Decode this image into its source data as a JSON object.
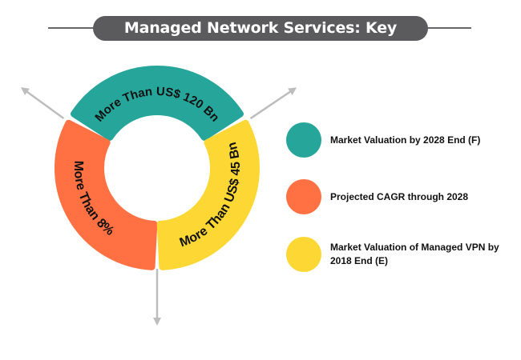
{
  "title": "Managed Network Services: Key Findings",
  "colors": {
    "teal": "#26a69a",
    "orange": "#ff7043",
    "yellow": "#fdd835",
    "title_bg": "#5b5b5d",
    "arrow": "#bdbdbd"
  },
  "segments": [
    {
      "id": "valuation-2028",
      "label": "More Than US$ 120 Bn",
      "color": "#26a69a"
    },
    {
      "id": "cagr",
      "label": "More Than 8%",
      "color": "#ff7043"
    },
    {
      "id": "vpn-2018",
      "label": "More Than US$ 45 Bn",
      "color": "#fdd835"
    }
  ],
  "legend": [
    {
      "label": "Market Valuation by 2028 End (F)",
      "color": "#26a69a"
    },
    {
      "label": "Projected CAGR through 2028",
      "color": "#ff7043"
    },
    {
      "label": "Market Valuation of Managed VPN by 2018 End (E)",
      "color": "#fdd835"
    }
  ]
}
